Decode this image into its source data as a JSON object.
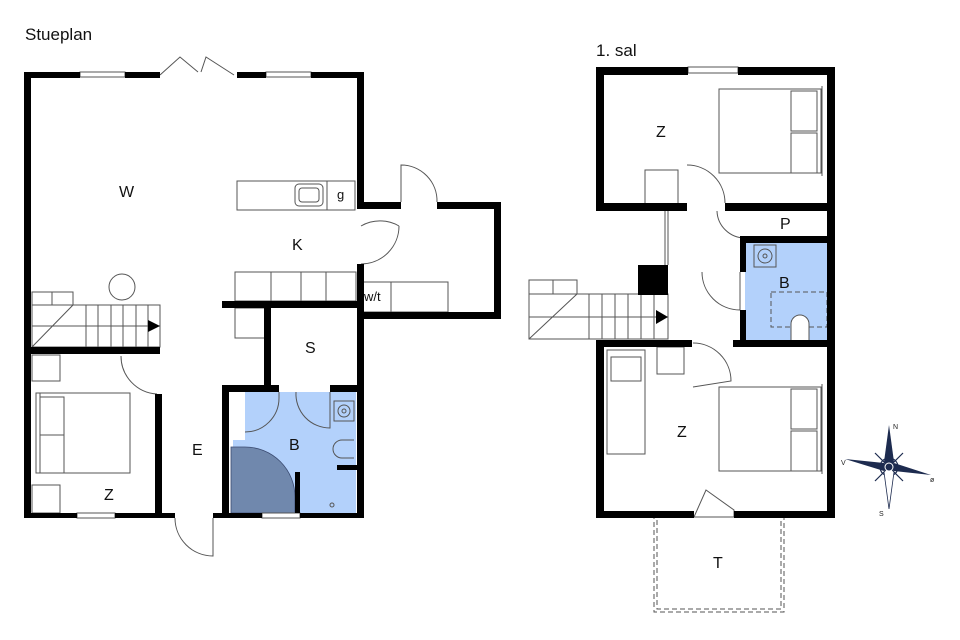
{
  "floors": [
    {
      "title": "Stueplan",
      "rooms": [
        {
          "label": "W",
          "name": "living-room"
        },
        {
          "label": "K",
          "name": "kitchen"
        },
        {
          "label": "g",
          "name": "appliance-g"
        },
        {
          "label": "w/t",
          "name": "washer-dryer"
        },
        {
          "label": "S",
          "name": "storage"
        },
        {
          "label": "B",
          "name": "bathroom"
        },
        {
          "label": "E",
          "name": "entrance"
        },
        {
          "label": "Z",
          "name": "bedroom"
        }
      ]
    },
    {
      "title": "1. sal",
      "rooms": [
        {
          "label": "Z",
          "name": "bedroom-north"
        },
        {
          "label": "P",
          "name": "closet"
        },
        {
          "label": "B",
          "name": "bathroom"
        },
        {
          "label": "Z",
          "name": "bedroom-south"
        },
        {
          "label": "T",
          "name": "terrace"
        }
      ]
    }
  ],
  "compass": {
    "n": "N",
    "s": "S",
    "v": "V",
    "o": "ø"
  },
  "colors": {
    "wall": "#000000",
    "bathroom": "#b3d1fb",
    "shower": "#7088ad",
    "line": "#555555",
    "compass": "#1d2b4f"
  }
}
